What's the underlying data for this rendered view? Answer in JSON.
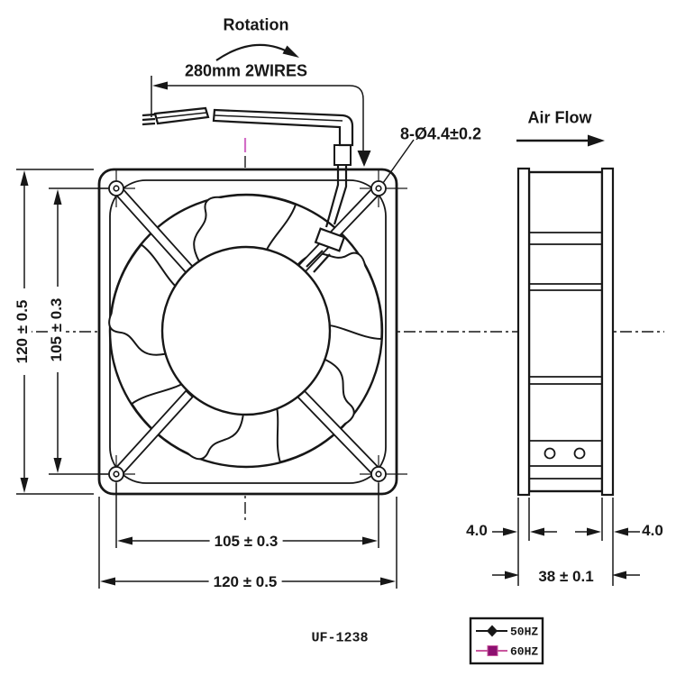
{
  "annotations": {
    "rotation_label": "Rotation",
    "lead_wire_label": "280mm 2WIRES",
    "mounting_hole_callout": "8-Ø4.4±0.2",
    "air_flow_label": "Air Flow"
  },
  "front_view": {
    "dim_height_outer": "120 ± 0.5",
    "dim_height_holes": "105 ± 0.3",
    "dim_width_holes": "105 ± 0.3",
    "dim_width_outer": "120 ± 0.5"
  },
  "side_view": {
    "dim_flange_left": "4.0",
    "dim_flange_right": "4.0",
    "dim_depth": "38 ± 0.1"
  },
  "model": {
    "label": "UF-1238"
  },
  "legend": {
    "items": [
      {
        "label": "50HZ",
        "line_color": "#171717",
        "marker": "diamond",
        "marker_color": "#171717"
      },
      {
        "label": "60HZ",
        "line_color": "#c9579e",
        "marker": "square",
        "marker_color": "#8d1070"
      }
    ]
  },
  "colors": {
    "line": "#171717",
    "centerline_accent": "#d36ec6"
  }
}
